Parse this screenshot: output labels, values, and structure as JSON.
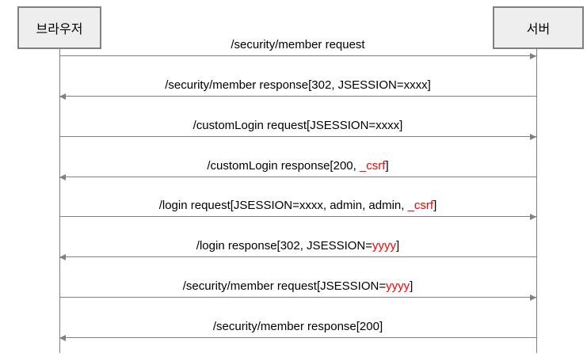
{
  "diagram": {
    "type": "sequence-diagram",
    "actors": [
      {
        "id": "browser",
        "label": "브라우저"
      },
      {
        "id": "server",
        "label": "서버"
      }
    ],
    "messages": [
      {
        "kind": "request",
        "direction": "right",
        "from": "browser",
        "to": "server",
        "segments": [
          {
            "text": "/security/member request",
            "red": false
          }
        ]
      },
      {
        "kind": "response",
        "direction": "left",
        "from": "server",
        "to": "browser",
        "segments": [
          {
            "text": "/security/member response[302, JSESSION=xxxx]",
            "red": false
          }
        ]
      },
      {
        "kind": "request",
        "direction": "right",
        "from": "browser",
        "to": "server",
        "segments": [
          {
            "text": "/customLogin request[JSESSION=xxxx]",
            "red": false
          }
        ]
      },
      {
        "kind": "response",
        "direction": "left",
        "from": "server",
        "to": "browser",
        "segments": [
          {
            "text": "/customLogin response[200, ",
            "red": false
          },
          {
            "text": "_csrf",
            "red": true
          },
          {
            "text": "]",
            "red": false
          }
        ]
      },
      {
        "kind": "request",
        "direction": "right",
        "from": "browser",
        "to": "server",
        "segments": [
          {
            "text": "/login request[JSESSION=xxxx, admin, admin, ",
            "red": false
          },
          {
            "text": "_csrf",
            "red": true
          },
          {
            "text": "]",
            "red": false
          }
        ]
      },
      {
        "kind": "response",
        "direction": "left",
        "from": "server",
        "to": "browser",
        "segments": [
          {
            "text": "/login response[302, JSESSION=",
            "red": false
          },
          {
            "text": "yyyy",
            "red": true
          },
          {
            "text": "]",
            "red": false
          }
        ]
      },
      {
        "kind": "request",
        "direction": "right",
        "from": "browser",
        "to": "server",
        "segments": [
          {
            "text": "/security/member request[JSESSION=",
            "red": false
          },
          {
            "text": "yyyy",
            "red": true
          },
          {
            "text": "]",
            "red": false
          }
        ]
      },
      {
        "kind": "response",
        "direction": "left",
        "from": "server",
        "to": "browser",
        "segments": [
          {
            "text": "/security/member response[200]",
            "red": false
          }
        ]
      }
    ],
    "colors": {
      "highlight": "#ff0000",
      "line": "#808080",
      "box_fill": "#eeeeee",
      "box_border": "#808080",
      "text": "#000000",
      "background": "#ffffff"
    }
  }
}
